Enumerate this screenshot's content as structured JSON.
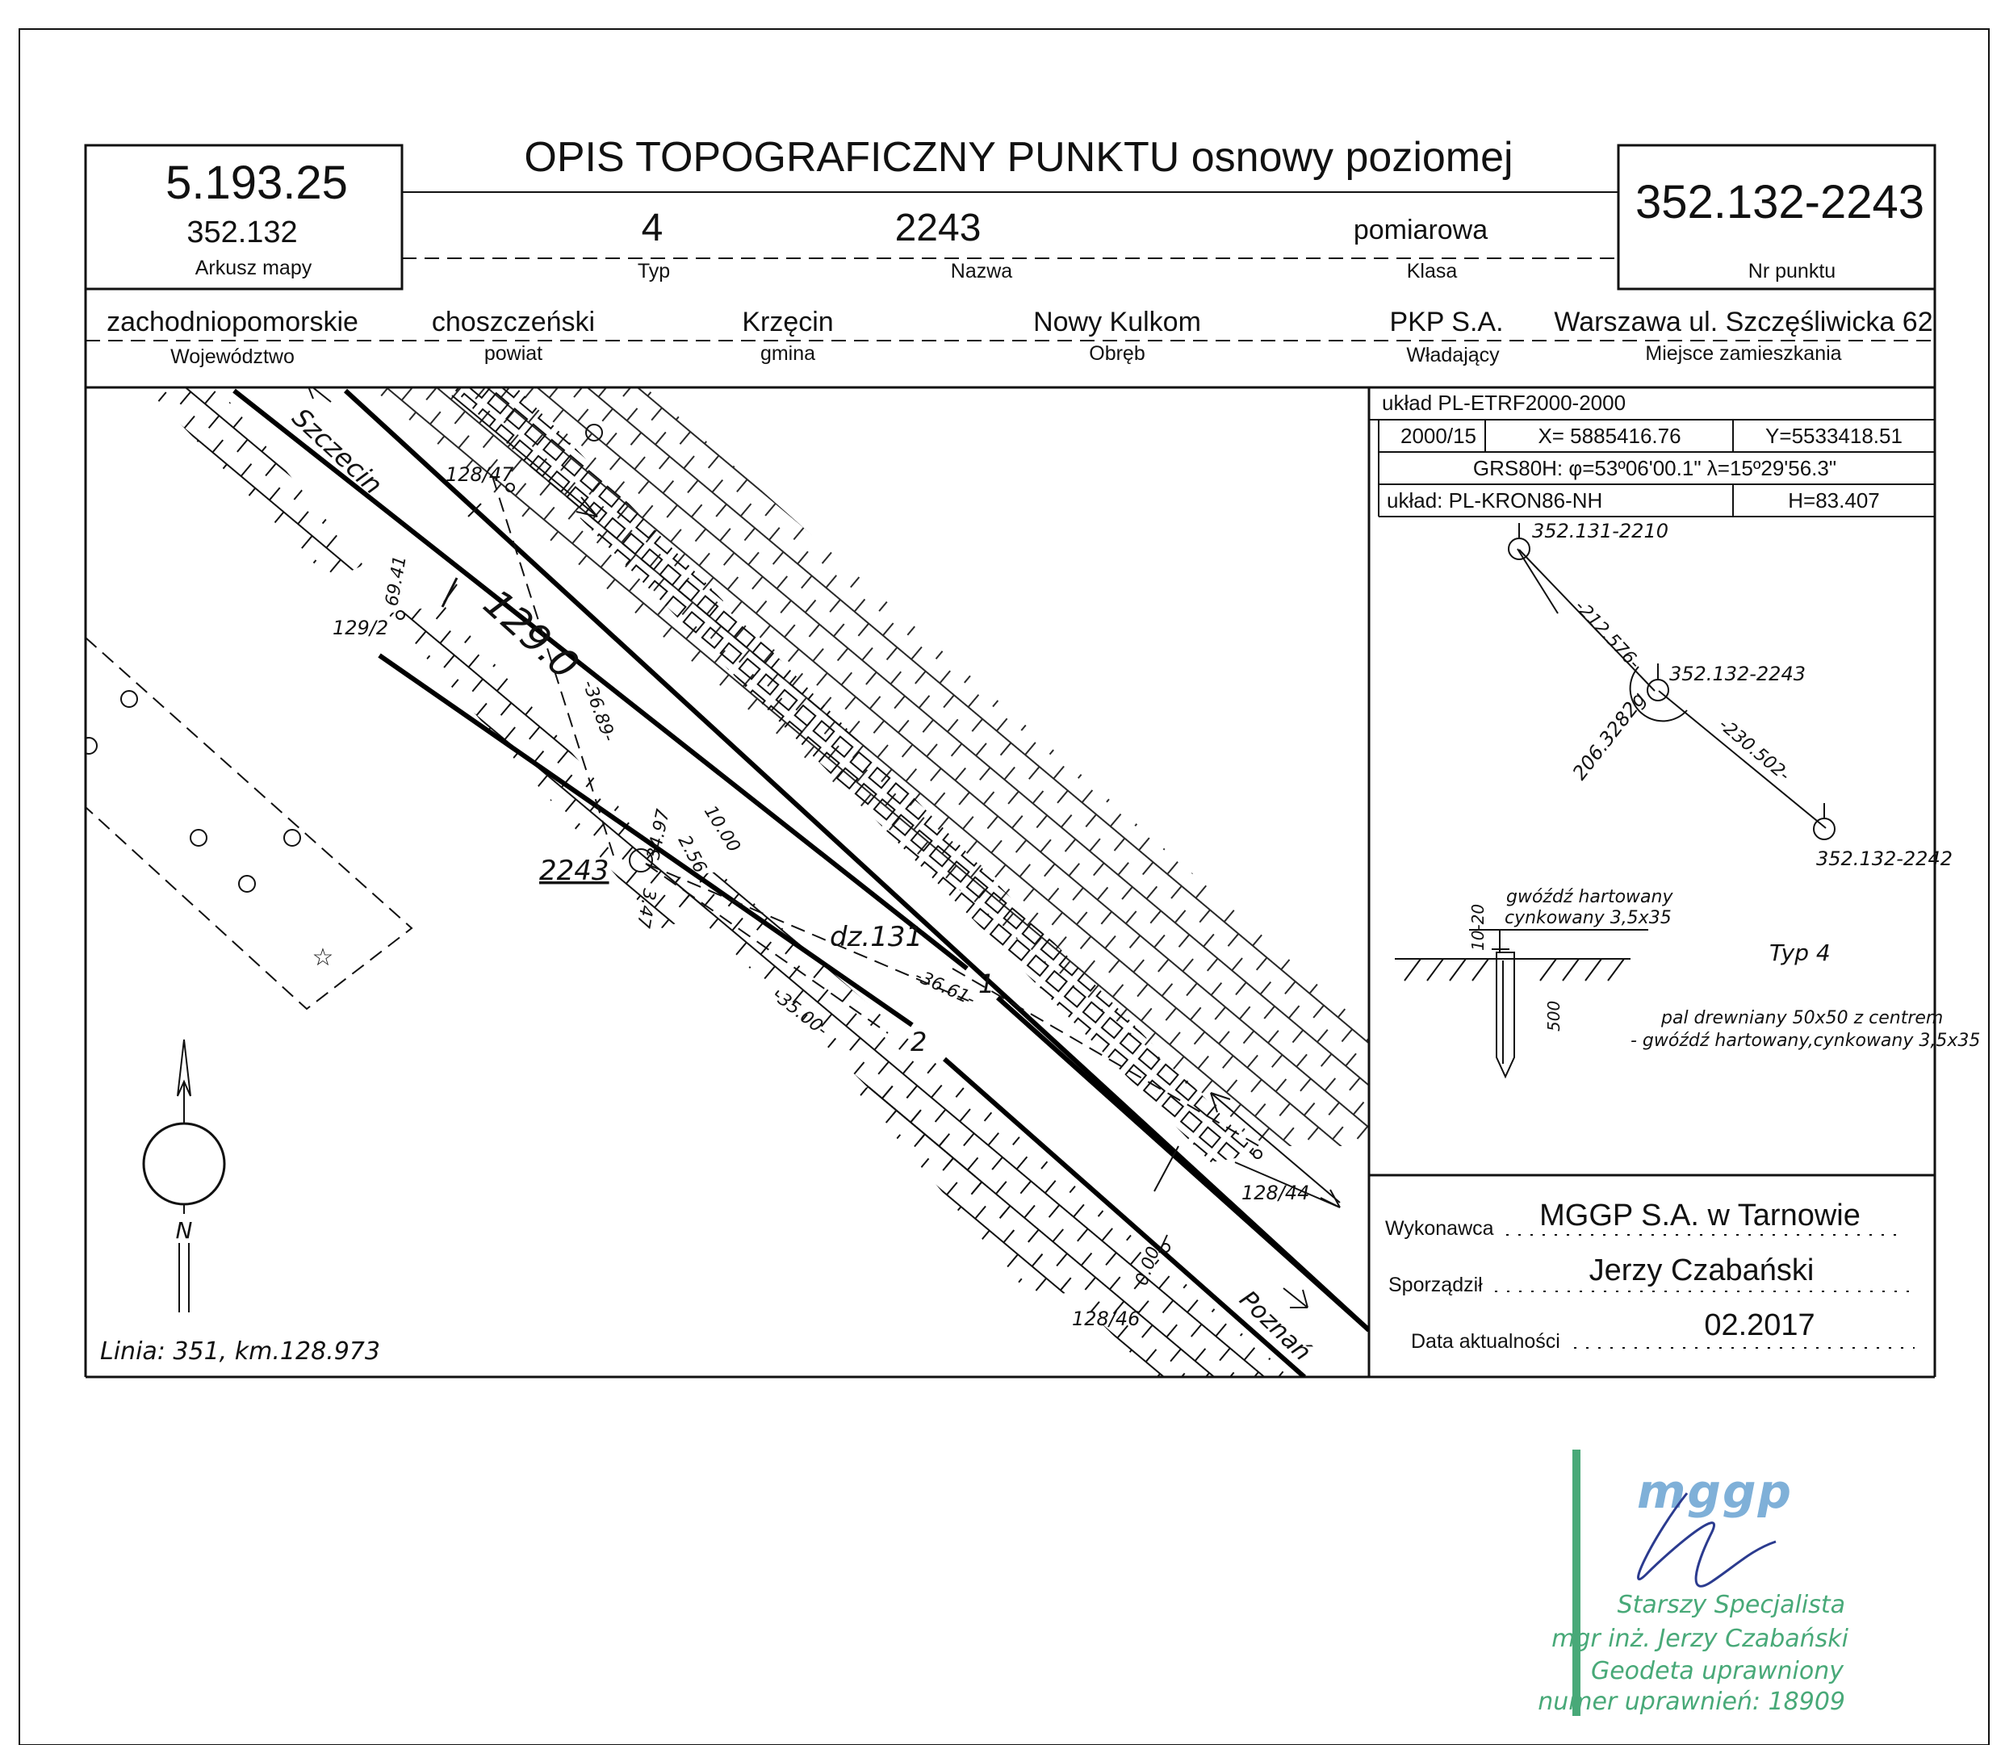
{
  "header": {
    "title": "OPIS TOPOGRAFICZNY PUNKTU osnowy poziomej",
    "sheet_number": "5.193.25",
    "sheet_sub": "352.132",
    "sheet_label": "Arkusz mapy",
    "point_number": "352.132-2243",
    "point_label": "Nr punktu",
    "type_value": "4",
    "type_label": "Typ",
    "name_value": "2243",
    "name_label": "Nazwa",
    "class_value": "pomiarowa",
    "class_label": "Klasa"
  },
  "admin": {
    "wojewodztwo": "zachodniopomorskie",
    "wojewodztwo_label": "Województwo",
    "powiat": "choszczeński",
    "powiat_label": "powiat",
    "gmina": "Krzęcin",
    "gmina_label": "gmina",
    "obreb": "Nowy Kulkom",
    "obreb_label": "Obręb",
    "wladajacy": "PKP S.A.",
    "wladajacy_label": "Władający",
    "miejsce": "Warszawa ul. Szczęśliwicka 62",
    "miejsce_label": "Miejsce zamieszkania"
  },
  "coords": {
    "system": "układ PL-ETRF2000-2000",
    "zone": "2000/15",
    "x": "X= 5885416.76",
    "y": "Y=5533418.51",
    "grs": "GRS80H: φ=53º06'00.1\" λ=15º29'56.3\"",
    "height_system": "układ: PL-KRON86-NH",
    "height": "H=83.407"
  },
  "network": {
    "point_a": "352.131-2210",
    "point_center": "352.132-2243",
    "point_b": "352.132-2242",
    "dist_a": "-212.576-",
    "dist_b": "-230.502-",
    "angle": "206.3282g"
  },
  "mark": {
    "nail_text_1": "gwóźdź hartowany",
    "nail_text_2": "cynkowany 3,5x35",
    "depth_small": "10-20",
    "depth_large": "500",
    "type_label": "Typ 4",
    "post_text_1": "pal drewniany 50x50 z centrem",
    "post_text_2": "- gwóźdź hartowany,cynkowany 3,5x35"
  },
  "footer": {
    "wykonawca_label": "Wykonawca",
    "wykonawca": "MGGP S.A.  w Tarnowie",
    "sporzadzil_label": "Sporządził",
    "sporzadzil": "Jerzy Czabański",
    "data_label": "Data aktualności",
    "data": "02.2017"
  },
  "map": {
    "szczecin": "Szczecin",
    "poznan": "Poznań",
    "km": "129.0",
    "point_label": "2243",
    "parcel": "dz.131",
    "line_info": "Linia: 351, km.128.973",
    "north": "N",
    "track_1": "1",
    "track_2": "2",
    "lbl_128_47": "128/47",
    "lbl_129_2": "129/2",
    "lbl_128_44": "128/44",
    "lbl_128_46": "128/46",
    "d_6941": "69.41",
    "d_3689": "-36.89-",
    "d_3497": "34.97",
    "d_256": "2.56",
    "d_1000": "10.00",
    "d_347": "3.47",
    "d_3661": "-36.61-",
    "d_3500": "-35.00-",
    "d_000": "0.00"
  },
  "stamp": {
    "logo": "mggp",
    "line1": "Starszy Specjalista",
    "line2": "mgr inż. Jerzy Czabański",
    "line3": "Geodeta uprawniony",
    "line4": "numer uprawnień: 18909"
  }
}
